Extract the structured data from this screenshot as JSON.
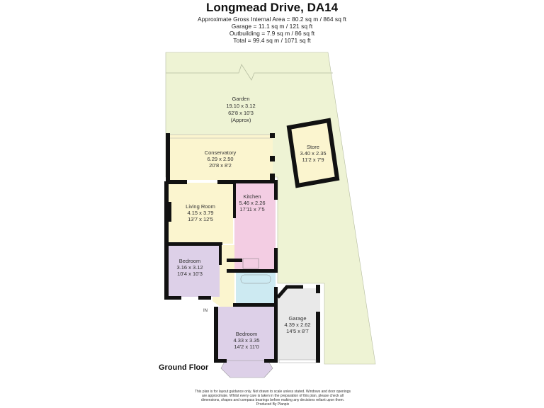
{
  "header": {
    "title": "Longmead Drive, DA14",
    "areas": [
      "Approximate Gross Internal Area =  80.2 sq m / 864 sq ft",
      "Garage = 11.1 sq m / 121 sq ft",
      "Outbuilding = 7.9 sq m / 86 sq ft",
      "Total = 99.4 sq m / 1071 sq ft"
    ]
  },
  "rooms": {
    "garden": {
      "name": "Garden",
      "metric": "19.10 x 3.12",
      "imperial": "62'8 x 10'3",
      "note": "(Approx)"
    },
    "conservatory": {
      "name": "Conservatory",
      "metric": "6.29 x 2.50",
      "imperial": "20'8 x 8'2"
    },
    "store": {
      "name": "Store",
      "metric": "3.40 x 2.35",
      "imperial": "11'2 x 7'9"
    },
    "kitchen": {
      "name": "Kitchen",
      "metric": "5.46 x 2.26",
      "imperial": "17'11 x 7'5"
    },
    "living_room": {
      "name": "Living Room",
      "metric": "4.15 x 3.79",
      "imperial": "13'7 x 12'5"
    },
    "bedroom1": {
      "name": "Bedroom",
      "metric": "3.16 x 3.12",
      "imperial": "10'4 x 10'3"
    },
    "bedroom2": {
      "name": "Bedroom",
      "metric": "4.33 x 3.35",
      "imperial": "14'2 x 11'0"
    },
    "garage": {
      "name": "Garage",
      "metric": "4.39 x 2.62",
      "imperial": "14'5 x 8'7"
    }
  },
  "entrance_label": "IN",
  "floor_label": "Ground Floor",
  "colors": {
    "garden": "#eef3d4",
    "cream": "#fbf5cf",
    "kitchen": "#f3cde3",
    "bedroom": "#ddd0e8",
    "bathroom": "#cdeaf2",
    "garage": "#e9e9e9",
    "wall": "#111111"
  },
  "disclaimer": [
    "This plan is for layout guidance only. Not drawn to scale unless stated. Windows and door openings",
    "are approximate. Whilst every care is taken in the preparation of this plan, please check all",
    "dimensions, shapes and compass bearings before making any decisions reliant upon them.",
    "Produced By Planpix"
  ]
}
